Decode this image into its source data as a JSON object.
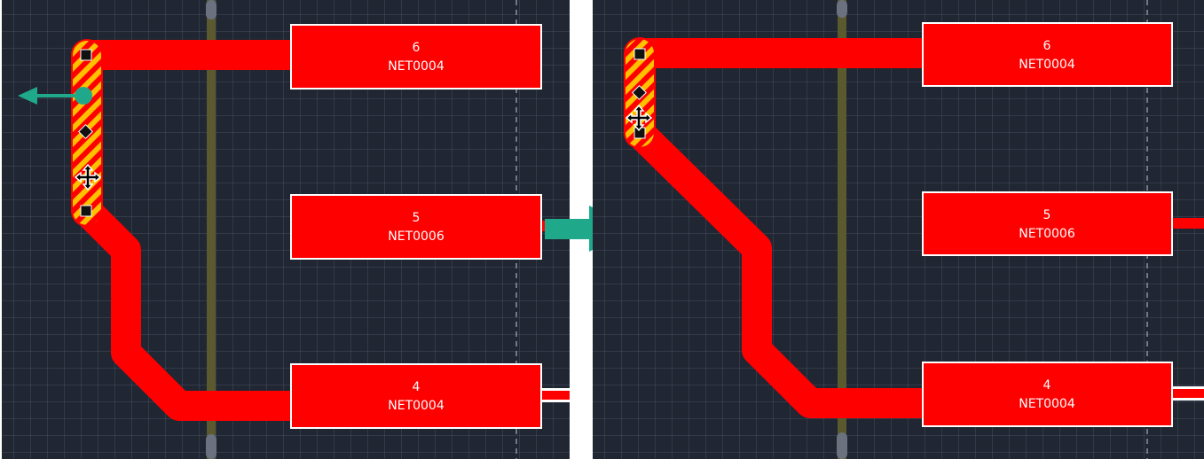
{
  "colors": {
    "canvas_bg": "#202632",
    "trace": "#ff0000",
    "pad_border": "#ffffff",
    "selection_stripe": "#ffc000",
    "guide_line": "#5b5a2e",
    "arrow": "#1fa98a"
  },
  "before": {
    "pads": [
      {
        "number": "6",
        "net": "NET0004"
      },
      {
        "number": "5",
        "net": "NET0006"
      },
      {
        "number": "4",
        "net": "NET0004"
      }
    ],
    "drag_direction": "left"
  },
  "after": {
    "pads": [
      {
        "number": "6",
        "net": "NET0004"
      },
      {
        "number": "5",
        "net": "NET0006"
      },
      {
        "number": "4",
        "net": "NET0004"
      }
    ]
  },
  "icons": {
    "drag_arrow": "arrow-left-icon",
    "transition": "arrow-right-icon",
    "move_cursor": "move-cursor-icon",
    "vertex_handle": "square-handle-icon",
    "midpoint_handle": "diamond-handle-icon"
  }
}
